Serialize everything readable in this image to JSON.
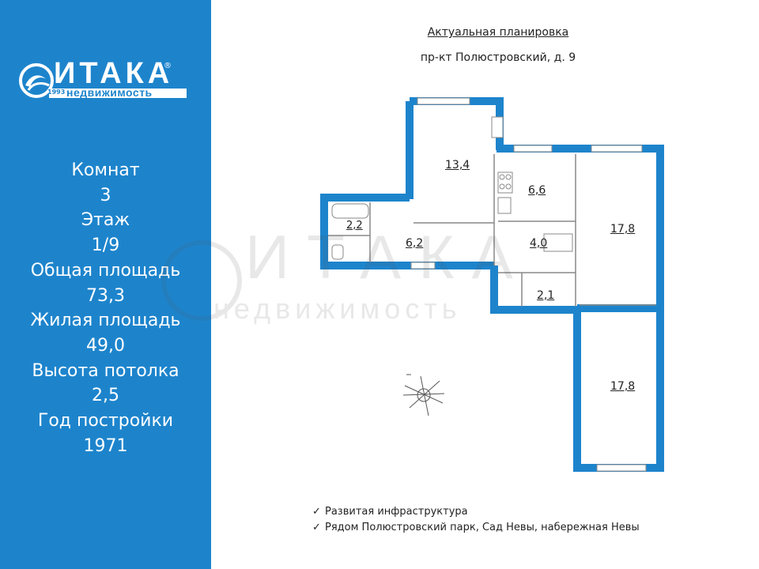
{
  "brand": {
    "name": "ИТАКА",
    "registered": "®",
    "subtitle": "недвижимость",
    "year": "1993"
  },
  "stats": [
    {
      "label": "Комнат",
      "value": "3"
    },
    {
      "label": "Этаж",
      "value": "1/9"
    },
    {
      "label": "Общая площадь",
      "value": "73,3"
    },
    {
      "label": "Жилая площадь",
      "value": "49,0"
    },
    {
      "label": "Высота потолка",
      "value": "2,5"
    },
    {
      "label": "Год постройки",
      "value": "1971"
    }
  ],
  "header": {
    "title": "Актуальная планировка",
    "address": "пр-кт Полюстровский, д. 9"
  },
  "rooms": [
    {
      "area": "13,4"
    },
    {
      "area": "6,6"
    },
    {
      "area": "17,8"
    },
    {
      "area": "2,2"
    },
    {
      "area": "6,2"
    },
    {
      "area": "4,0"
    },
    {
      "area": "2,1"
    },
    {
      "area": "17,8"
    }
  ],
  "notes": [
    "Развитая инфраструктура",
    "Рядом Полюстровский парк, Сад Невы, набережная Невы"
  ],
  "colors": {
    "brand_blue": "#1d84cc",
    "wall_blue": "#1d84cc"
  }
}
